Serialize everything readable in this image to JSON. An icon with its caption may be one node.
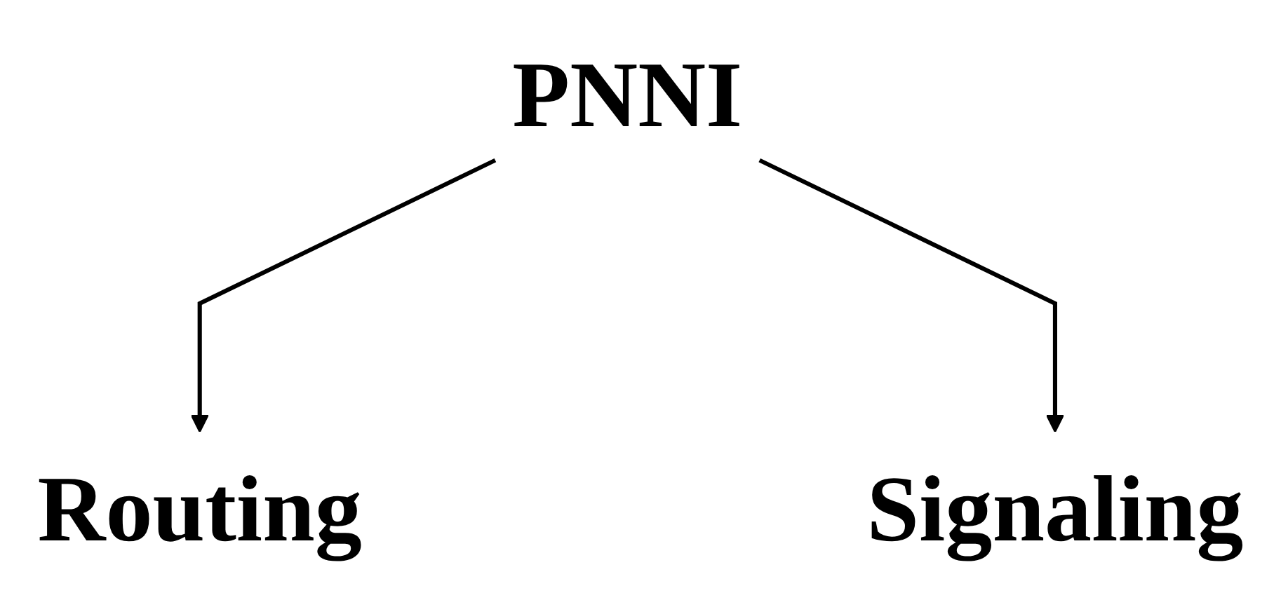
{
  "diagram": {
    "nodes": [
      {
        "text": [
          "PNNI"
        ]
      },
      {
        "text": [
          "Routing"
        ]
      },
      {
        "text": [
          "Signaling"
        ]
      }
    ],
    "edges": [
      {
        "from": 0,
        "to": 1,
        "arrow": "to"
      },
      {
        "from": 0,
        "to": 2,
        "arrow": "to"
      }
    ]
  }
}
